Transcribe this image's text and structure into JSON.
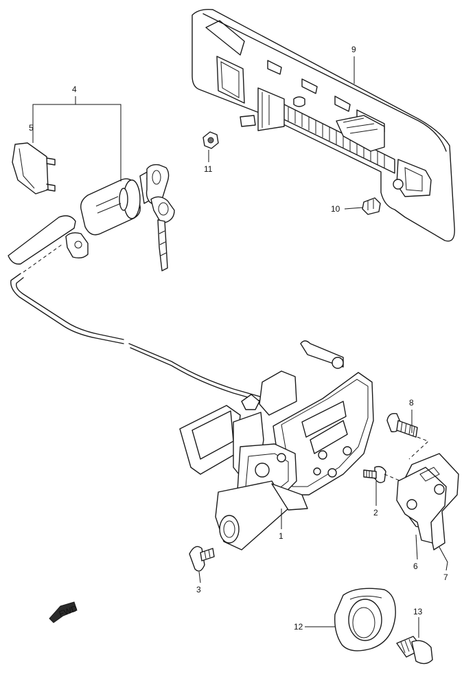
{
  "callouts": {
    "c1": "1",
    "c2": "2",
    "c3": "3",
    "c4": "4",
    "c5": "5",
    "c6": "6",
    "c7": "7",
    "c8": "8",
    "c9": "9",
    "c10": "10",
    "c11": "11",
    "c12": "12",
    "c13": "13"
  },
  "direction_arrow": {
    "label": "FWD"
  }
}
